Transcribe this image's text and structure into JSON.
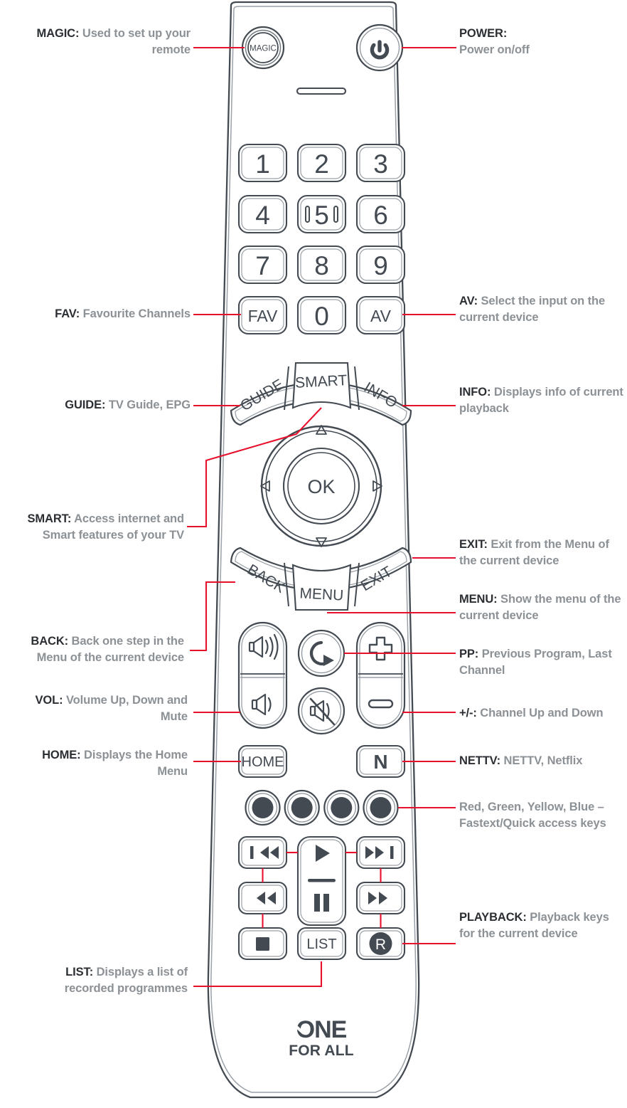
{
  "colors": {
    "outline": "#434a52",
    "label_keyword": "#2b2f33",
    "label_text": "#8c9196",
    "leader_line": "#e8112d",
    "background": "#ffffff",
    "button_fill": "#ffffff",
    "color_key_fill": "#434a52"
  },
  "brand": {
    "logo_line1": "ONE",
    "logo_line2": "FOR ALL"
  },
  "remote": {
    "keys": {
      "magic": "MAGIC",
      "power": "power-symbol",
      "n1": "1",
      "n2": "2",
      "n3": "3",
      "n4": "4",
      "n5": "5",
      "n6": "6",
      "n7": "7",
      "n8": "8",
      "n9": "9",
      "fav": "FAV",
      "n0": "0",
      "av": "AV",
      "guide": "GUIDE",
      "smart": "SMART",
      "info": "INFO",
      "ok": "OK",
      "back": "BACK",
      "menu": "MENU",
      "exit": "EXIT",
      "home": "HOME",
      "nettv": "N",
      "list": "LIST",
      "rec": "R"
    }
  },
  "callouts": {
    "magic": {
      "keyword": "MAGIC:",
      "text": " Used to set up your remote"
    },
    "power": {
      "keyword": "POWER:",
      "text": "Power on/off"
    },
    "fav": {
      "keyword": "FAV:",
      "text": " Favourite Channels"
    },
    "av": {
      "keyword": "AV:",
      "text": " Select the input on the current device"
    },
    "guide": {
      "keyword": "GUIDE:",
      "text": " TV Guide, EPG"
    },
    "info": {
      "keyword": "INFO:",
      "text": " Displays info of current playback"
    },
    "smart": {
      "keyword": "SMART:",
      "text": " Access internet and Smart features of your TV"
    },
    "exit": {
      "keyword": "EXIT:",
      "text": "  Exit from the Menu of the current device"
    },
    "menu": {
      "keyword": "MENU:",
      "text": " Show the menu of the current device"
    },
    "back": {
      "keyword": "BACK:",
      "text": " Back one step in the Menu of the current device"
    },
    "pp": {
      "keyword": "PP:",
      "text": "  Previous Program, Last Channel"
    },
    "vol": {
      "keyword": "VOL:",
      "text": "  Volume Up, Down and Mute"
    },
    "plusminus": {
      "keyword": "+/-:",
      "text": " Channel Up and Down"
    },
    "home": {
      "keyword": "HOME:",
      "text": "  Displays the Home Menu"
    },
    "nettv": {
      "keyword": "NETTV:",
      "text": " NETTV, Netflix"
    },
    "colorkeys": {
      "keyword": "",
      "text": "Red, Green, Yellow, Blue – Fastext/Quick access keys"
    },
    "playback": {
      "keyword": "PLAYBACK:",
      "text": "  Playback keys for the current device"
    },
    "list": {
      "keyword": "LIST:",
      "text": "  Displays a list of recorded programmes"
    }
  }
}
